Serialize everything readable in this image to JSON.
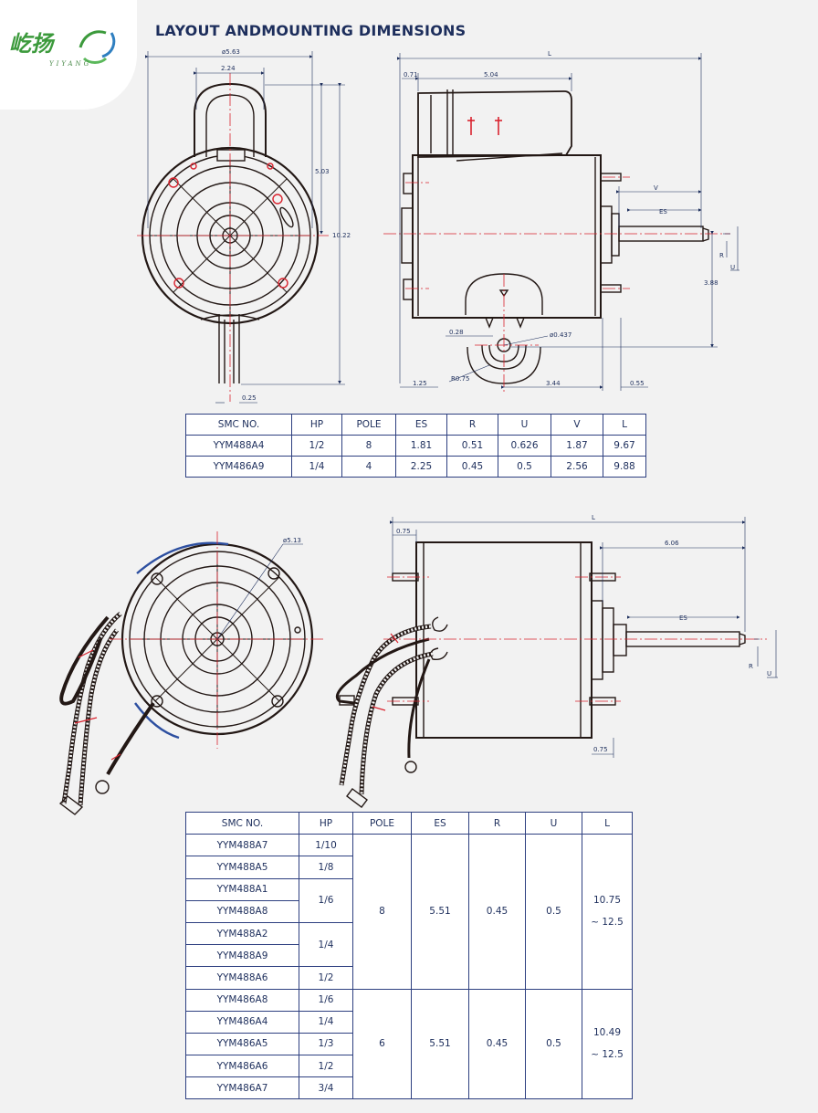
{
  "brand": {
    "logo_text": "屹扬",
    "logo_sub": "YIYANG"
  },
  "title": "LAYOUT ANDMOUNTING DIMENSIONS",
  "drawing1": {
    "front": {
      "diameter": "ø5.63",
      "top_width": "2.24",
      "height_upper": "5.03",
      "height_total": "10.22",
      "shaft_lead": "0.25"
    },
    "side": {
      "L": "L",
      "left_offset": "0.71",
      "body_length": "5.04",
      "V": "V",
      "ES": "ES",
      "R": "R",
      "U": "U",
      "height": "3.88",
      "hole": "ø0.437",
      "small": "0.28",
      "radius": "R0.75",
      "base_left": "1.25",
      "base_mid": "3.44",
      "base_right": "0.55"
    }
  },
  "table1": {
    "headers": [
      "SMC NO.",
      "HP",
      "POLE",
      "ES",
      "R",
      "U",
      "V",
      "L"
    ],
    "rows": [
      [
        "YYM488A4",
        "1/2",
        "8",
        "1.81",
        "0.51",
        "0.626",
        "1.87",
        "9.67"
      ],
      [
        "YYM486A9",
        "1/4",
        "4",
        "2.25",
        "0.45",
        "0.5",
        "2.56",
        "9.88"
      ]
    ]
  },
  "drawing2": {
    "front": {
      "diameter": "ø5.13"
    },
    "side": {
      "left_offset": "0.75",
      "L": "L",
      "length": "6.06",
      "ES": "ES",
      "R": "R",
      "U": "U",
      "bottom": "0.75"
    }
  },
  "table2": {
    "headers": [
      "SMC NO.",
      "HP",
      "POLE",
      "ES",
      "R",
      "U",
      "L"
    ],
    "models": [
      "YYM488A7",
      "YYM488A5",
      "YYM488A1",
      "YYM488A8",
      "YYM488A2",
      "YYM488A9",
      "YYM488A6",
      "YYM486A8",
      "YYM486A4",
      "YYM486A5",
      "YYM486A6",
      "YYM486A7"
    ],
    "hp": [
      "1/10",
      "1/8",
      "1/6",
      "1/4",
      "1/2",
      "1/6",
      "1/4",
      "1/3",
      "1/2",
      "3/4"
    ],
    "group8": {
      "pole": "8",
      "es": "5.51",
      "r": "0.45",
      "u": "0.5",
      "l_line1": "10.75",
      "l_line2": "~ 12.5"
    },
    "group6": {
      "pole": "6",
      "es": "5.51",
      "r": "0.45",
      "u": "0.5",
      "l_line1": "10.49",
      "l_line2": "~ 12.5"
    }
  },
  "colors": {
    "ink": "#1d2e5c",
    "outline": "#231815",
    "centerline": "#d9232e",
    "accent": "#2d4fa0",
    "brand": "#3c9a3c"
  }
}
